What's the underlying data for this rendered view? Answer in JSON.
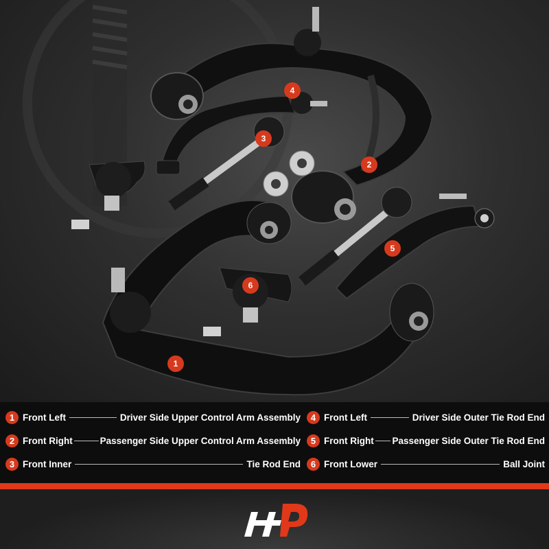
{
  "legend": [
    {
      "num": "1",
      "position": "Front Left",
      "part": "Driver Side Upper Control Arm Assembly"
    },
    {
      "num": "2",
      "position": "Front Right",
      "part": "Passenger Side Upper Control Arm Assembly"
    },
    {
      "num": "3",
      "position": "Front Inner",
      "part": "Tie Rod End"
    },
    {
      "num": "4",
      "position": "Front Left",
      "part": "Driver Side Outer Tie Rod End"
    },
    {
      "num": "5",
      "position": "Front Right",
      "part": "Passenger Side Outer Tie Rod End"
    },
    {
      "num": "6",
      "position": "Front Lower",
      "part": "Ball Joint"
    }
  ],
  "callouts": [
    "1",
    "2",
    "3",
    "4",
    "5",
    "6"
  ],
  "colors": {
    "accent": "#e1381a",
    "badge": "#d63a1e",
    "legend_bg": "#0d0d0d"
  },
  "logo": {
    "icon": "brand-logo-icon"
  }
}
